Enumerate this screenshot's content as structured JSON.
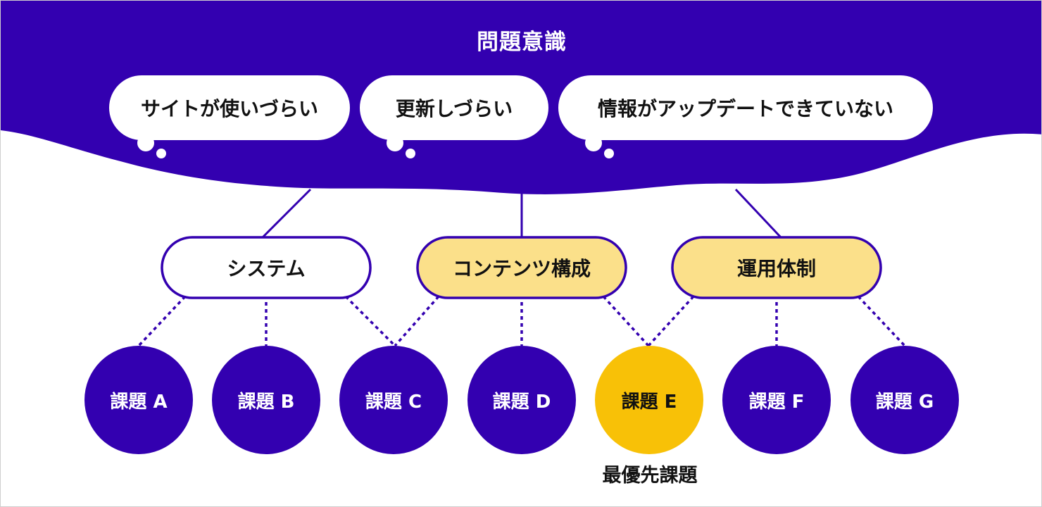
{
  "title": "問題意識",
  "colors": {
    "primary": "#3300b0",
    "category_highlight": "#fbe08a",
    "task_highlight": "#f8c107",
    "text_dark": "#111111",
    "text_light": "#ffffff"
  },
  "bubbles": [
    {
      "label": "サイトが使いづらい"
    },
    {
      "label": "更新しづらい"
    },
    {
      "label": "情報がアップデートできていない"
    }
  ],
  "categories": [
    {
      "label": "システム",
      "highlighted": false
    },
    {
      "label": "コンテンツ構成",
      "highlighted": true
    },
    {
      "label": "運用体制",
      "highlighted": true
    }
  ],
  "tasks": [
    {
      "label": "課題 A",
      "highlighted": false
    },
    {
      "label": "課題 B",
      "highlighted": false
    },
    {
      "label": "課題 C",
      "highlighted": false
    },
    {
      "label": "課題 D",
      "highlighted": false
    },
    {
      "label": "課題 E",
      "highlighted": true
    },
    {
      "label": "課題 F",
      "highlighted": false
    },
    {
      "label": "課題 G",
      "highlighted": false
    }
  ],
  "priority_label": "最優先課題"
}
